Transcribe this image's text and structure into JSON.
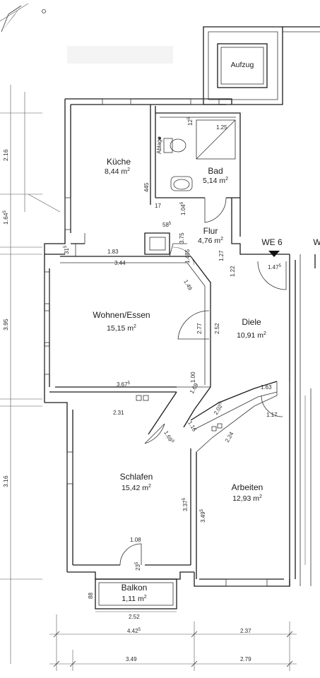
{
  "rooms": {
    "kueche": {
      "name": "Küche",
      "area": "8,44 m",
      "sup": "2"
    },
    "bad": {
      "name": "Bad",
      "area": "5,14 m",
      "sup": "2"
    },
    "flur": {
      "name": "Flur",
      "area": "4,76 m",
      "sup": "2"
    },
    "wohnen": {
      "name": "Wohnen/Essen",
      "area": "15,15 m",
      "sup": "2"
    },
    "diele": {
      "name": "Diele",
      "area": "10,91 m",
      "sup": "2"
    },
    "schlafen": {
      "name": "Schlafen",
      "area": "15,42 m",
      "sup": "2"
    },
    "arbeiten": {
      "name": "Arbeiten",
      "area": "12,93 m",
      "sup": "2"
    },
    "balkon": {
      "name": "Balkon",
      "area": "1,11 m",
      "sup": "2"
    },
    "aufzug": {
      "name": "Aufzug"
    }
  },
  "unit_label": "WE 6",
  "edge_label": "WE",
  "fixture_label": "Ablage",
  "dimensions": {
    "left": [
      "2.16",
      "1.64",
      "5",
      "3.95",
      "3.16"
    ],
    "inner": [
      "1.25",
      "12",
      "5",
      "4",
      "45",
      "17",
      "1.04",
      "5",
      "58",
      "5",
      "31",
      "5",
      "1.83",
      "3.44",
      "3.75",
      "1.485",
      "1.27",
      "1.22",
      "1.47",
      "5",
      "1.49",
      "2.77",
      "2.52",
      "1.00",
      "3.67",
      "5",
      "1.63",
      "1.69",
      "2.31",
      "1.16",
      "2.02",
      "5",
      "1.69",
      "5",
      "2.24",
      "1.17",
      "3.37",
      "5",
      "3.49",
      "5",
      "1.08",
      "23",
      "5",
      "88"
    ],
    "bottom": {
      "balkon_width": "2.52",
      "row1_left": "4.42",
      "row1_left_sup": "5",
      "row1_right": "2.37",
      "row2_left": "3.49",
      "row2_right": "2.79"
    }
  }
}
